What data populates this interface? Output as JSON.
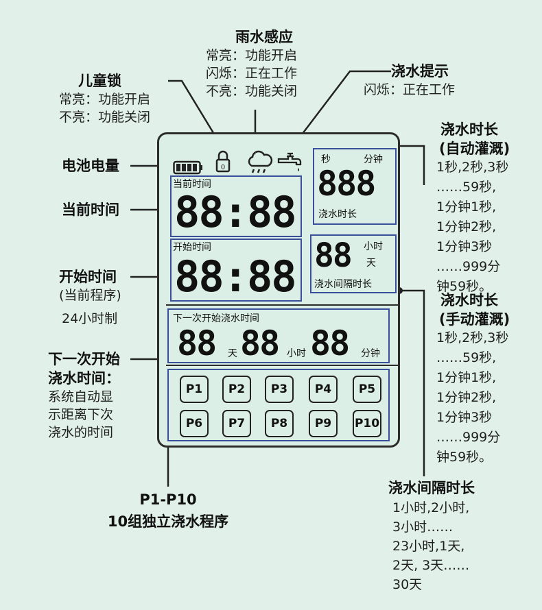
{
  "callouts": {
    "rain": {
      "title": "雨水感应",
      "lines": [
        "常亮：功能开启",
        "闪烁：正在工作",
        "不亮：功能关闭"
      ]
    },
    "child_lock": {
      "title": "儿童锁",
      "lines": [
        "常亮：功能开启",
        "不亮：功能关闭"
      ]
    },
    "watering_hint": {
      "title": "浇水提示",
      "lines": [
        "闪烁：正在工作"
      ]
    },
    "battery": {
      "title": "电池电量"
    },
    "current_time": {
      "title": "当前时间"
    },
    "start_time": {
      "title": "开始时间",
      "lines": [
        "(当前程序)",
        "24小时制"
      ]
    },
    "next_start": {
      "title_lines": [
        "下一次开始",
        "浇水时间："
      ],
      "lines": [
        "系统自动显",
        "示距离下次",
        "浇水的时间"
      ]
    },
    "programs": {
      "title_lines": [
        "P1-P10",
        "10组独立浇水程序"
      ]
    },
    "duration_auto": {
      "title_lines": [
        "浇水时长",
        "(自动灌溉)"
      ],
      "lines": [
        "1秒,2秒,3秒",
        "……59秒,",
        "1分钟1秒,",
        "1分钟2秒,",
        "1分钟3秒",
        "……999分",
        "钟59秒。"
      ]
    },
    "duration_manual": {
      "title_lines": [
        "浇水时长",
        "(手动灌溉)"
      ],
      "lines": [
        "1秒,2秒,3秒",
        "……59秒,",
        "1分钟1秒,",
        "1分钟2秒,",
        "1分钟3秒",
        "……999分",
        "钟59秒。"
      ]
    },
    "interval": {
      "title": "浇水间隔时长",
      "lines": [
        "1小时,2小时,",
        "3小时……",
        "23小时,1天,",
        "2天, 3天……",
        "30天"
      ]
    }
  },
  "lcd": {
    "current_time": {
      "label": "当前时间",
      "digits": "88:88"
    },
    "start_time": {
      "label": "开始时间",
      "digits": "88:88"
    },
    "duration": {
      "sec": "秒",
      "min": "分钟",
      "digits": "888",
      "label": "浇水时长"
    },
    "interval": {
      "digits": "88",
      "hour": "小时",
      "day": "天",
      "label": "浇水间隔时长"
    },
    "next": {
      "label": "下一次开始浇水时间",
      "d1": "88",
      "u1": "天",
      "d2": "88",
      "u2": "小时",
      "d3": "88",
      "u3": "分钟"
    },
    "programs": [
      "P1",
      "P2",
      "P3",
      "P4",
      "P5",
      "P6",
      "P7",
      "P8",
      "P9",
      "P10"
    ]
  },
  "icons": [
    "battery-icon",
    "lock-icon",
    "rain-cloud-icon",
    "watering-tap-icon"
  ],
  "colors": {
    "background": "#e1f1ea",
    "panel_border": "#3a4f9a",
    "line": "#222222"
  }
}
